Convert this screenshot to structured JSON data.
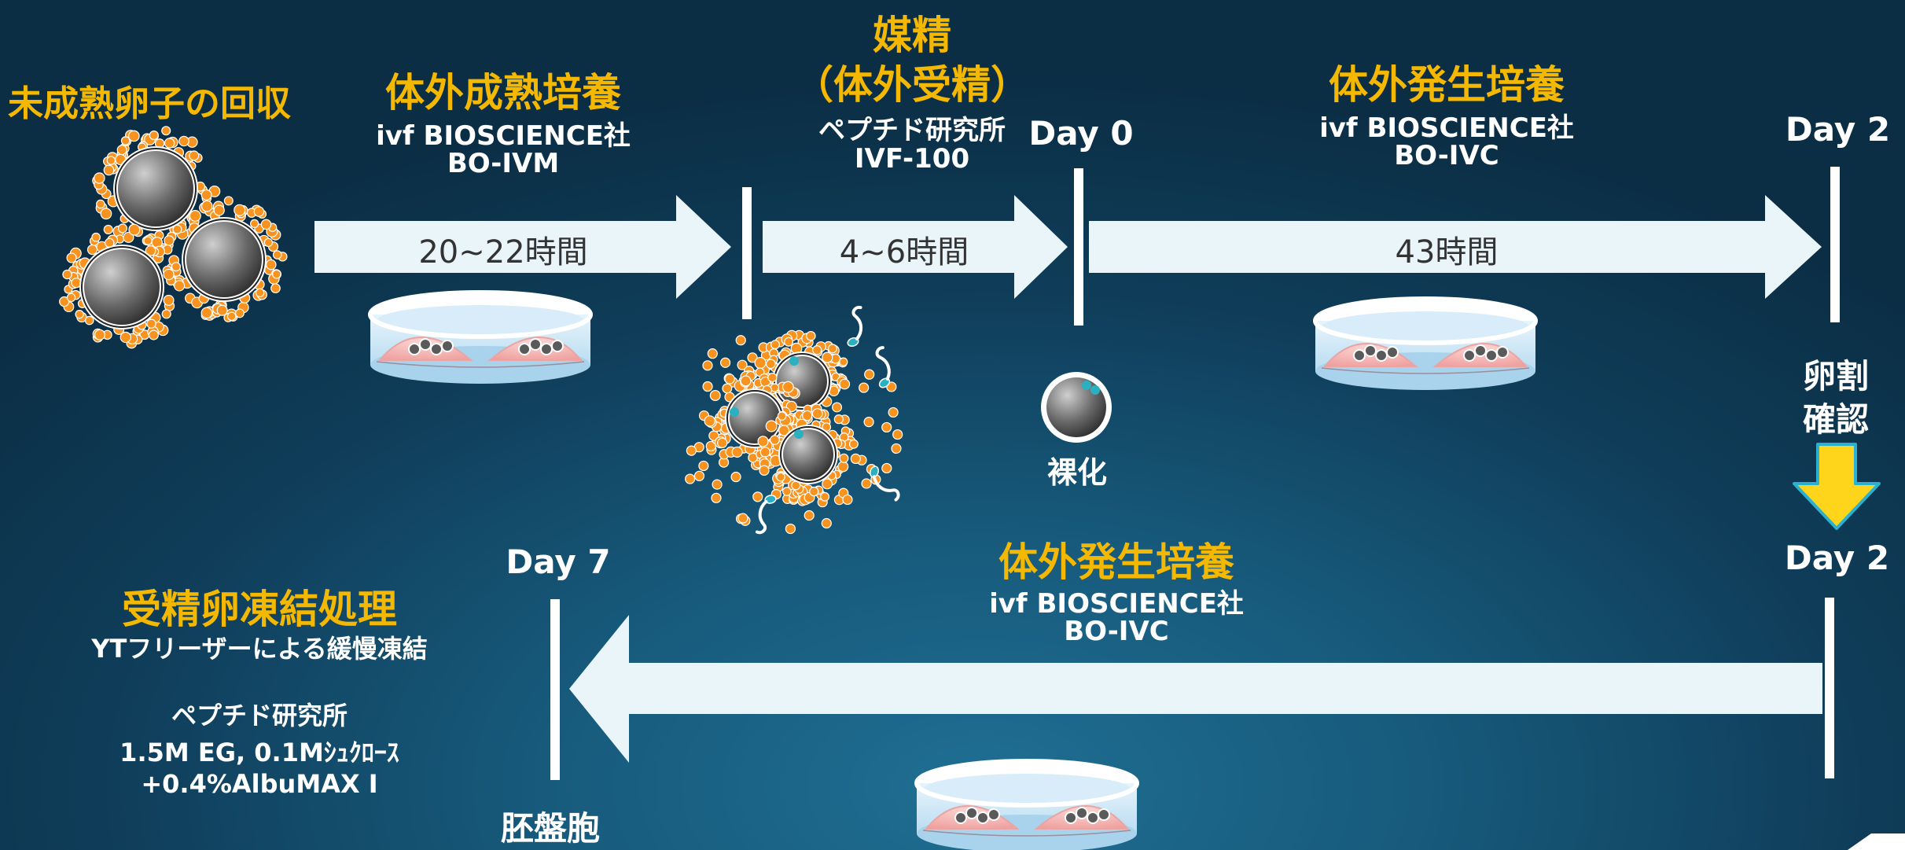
{
  "colors": {
    "accent_orange": "#f5b800",
    "text_white": "#ffffff",
    "arrow_fill": "#eaf5fa",
    "cumulus_orange": "#f7931e",
    "down_arrow": "#ffd51c",
    "dish_blue": "#cfe8f6",
    "drop_pink": "#f4b6b4"
  },
  "stages": {
    "retrieval": {
      "title": "未成熟卵子の回収"
    },
    "ivm": {
      "title": "体外成熟培養",
      "vendor": "ivf BIOSCIENCE社",
      "product": "BO-IVM",
      "duration": "20~22時間"
    },
    "insemination": {
      "title_line1": "媒精",
      "title_line2": "（体外受精）",
      "vendor": "ペプチド研究所",
      "product": "IVF-100",
      "duration": "4~6時間"
    },
    "ivc_first": {
      "title": "体外発生培養",
      "vendor": "ivf BIOSCIENCE社",
      "product": "BO-IVC",
      "duration": "43時間"
    },
    "ivc_second": {
      "title": "体外発生培養",
      "vendor": "ivf BIOSCIENCE社",
      "product": "BO-IVC"
    },
    "freezing": {
      "title": "受精卵凍結処理",
      "method": "YTフリーザーによる緩慢凍結",
      "vendor": "ペプチド研究所",
      "medium_line1": "1.5M EG, 0.1Mｼｭｸﾛｰｽ",
      "medium_line2": "+0.4%AlbuMAX Ⅰ"
    }
  },
  "milestones": {
    "day0": "Day 0",
    "day2_top": "Day 2",
    "day2_bottom": "Day 2",
    "day7": "Day 7",
    "denuded": "裸化",
    "cleavage_line1": "卵割",
    "cleavage_line2": "確認",
    "blastocyst": "胚盤胞"
  }
}
